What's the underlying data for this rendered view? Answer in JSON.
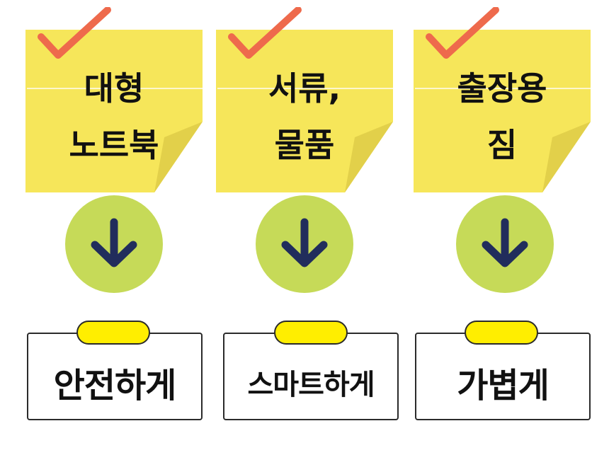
{
  "colors": {
    "note": "#f6e65a",
    "note_fold": "#e2d04a",
    "check": "#ee6a4c",
    "circle": "#c6da58",
    "arrow": "#212d5c",
    "clip": "#ffee00",
    "border": "#2b2b2b"
  },
  "steps": [
    {
      "note_lines": [
        "대형",
        "노트북"
      ],
      "icon": "down-arrow-icon",
      "tag_label": "안전하게"
    },
    {
      "note_lines": [
        "서류,",
        "물품"
      ],
      "icon": "down-arrow-icon",
      "tag_label": "스마트하게"
    },
    {
      "note_lines": [
        "출장용",
        "짐"
      ],
      "icon": "down-arrow-icon",
      "tag_label": "가볍게"
    }
  ]
}
